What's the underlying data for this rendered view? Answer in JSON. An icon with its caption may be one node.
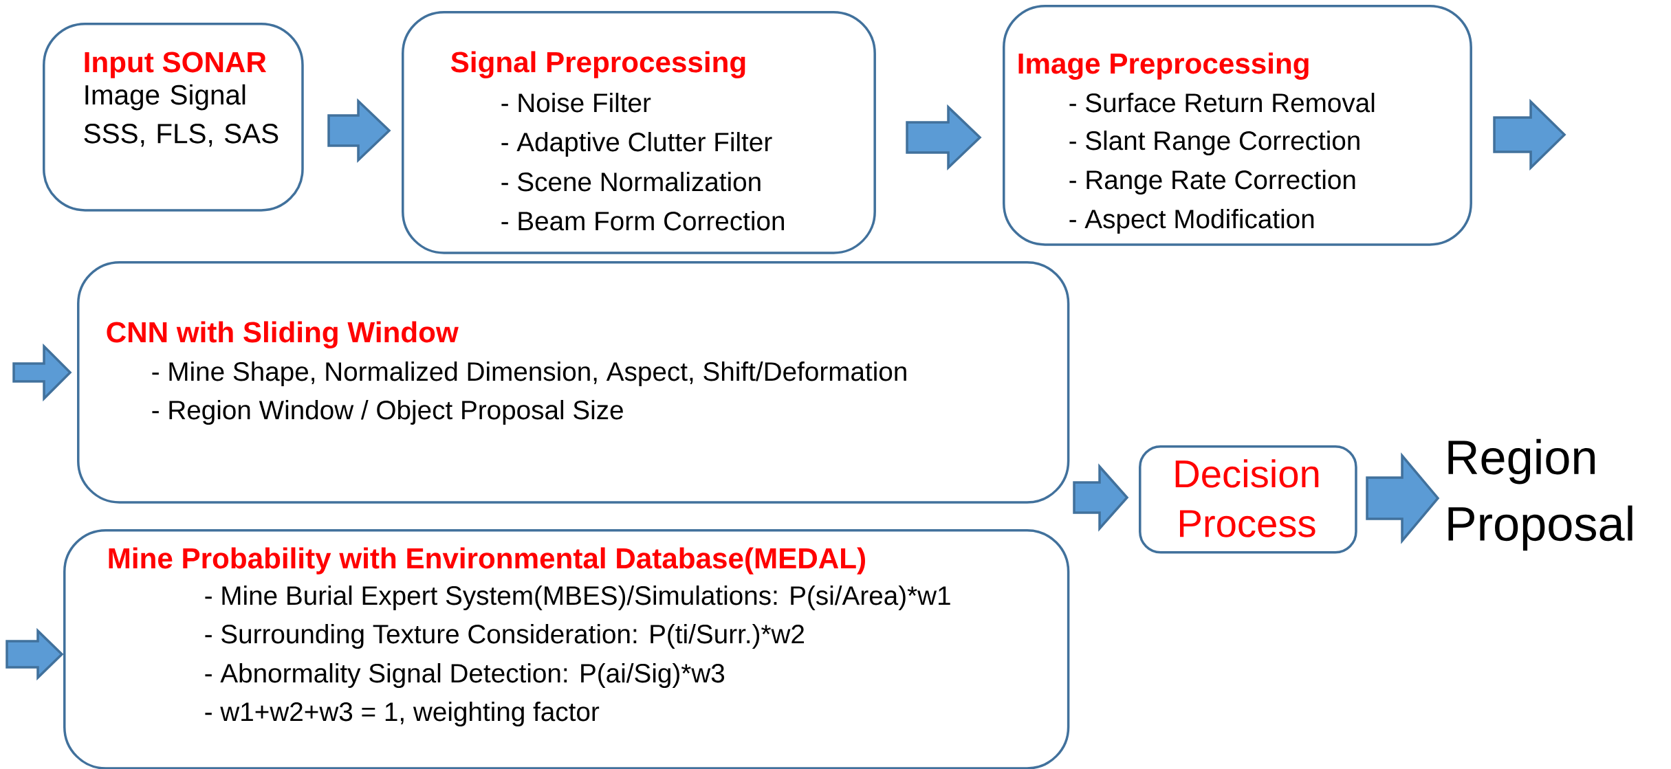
{
  "diagram": {
    "nodes": [
      {
        "text": [
          "Input SONAR",
          "Image Signal SSS, FLS, SAS"
        ]
      },
      {
        "text": [
          "Signal Preprocessing",
          "- Noise Filter",
          "- Adaptive Clutter Filter",
          "- Scene Normalization",
          "- Beam Form Correction"
        ]
      },
      {
        "text": [
          "Image Preprocessing",
          "- Surface Return Removal",
          "- Slant Range Correction",
          "- Range Rate Correction",
          "- Aspect Modification"
        ]
      },
      {
        "text": [
          "CNN with Sliding Window",
          "- Mine Shape, Normalized Dimension, Aspect, Shift/Deformation",
          "- Region Window / Object Proposal  Size"
        ]
      },
      {
        "text": [
          "Mine Probability  with Environmental Database(MEDAL)",
          "- Mine Burial Expert System(MBES)/Simulations: P(si/Area)*w1",
          "- Surrounding Texture Consideration: P(ti/Surr.)*w2",
          "- Abnormality Signal Detection: P(ai/Sig)*w3",
          "- w1+w2+w3 = 1, weighting factor"
        ]
      },
      {
        "text": [
          "Decision Process"
        ]
      },
      {
        "text": [
          "Region Proposal"
        ]
      }
    ],
    "edges": [
      {
        "from": 0,
        "to": 1,
        "arrow": "to"
      },
      {
        "from": 1,
        "to": 2,
        "arrow": "to"
      },
      {
        "from": 2,
        "to": null,
        "arrow": "to"
      },
      {
        "from": null,
        "to": 3,
        "arrow": "to"
      },
      {
        "from": null,
        "to": 4,
        "arrow": "to"
      },
      {
        "from": 3,
        "to": 5,
        "arrow": "to"
      },
      {
        "from": 4,
        "to": 5,
        "arrow": "to"
      },
      {
        "from": 5,
        "to": 6,
        "arrow": "to"
      }
    ]
  }
}
